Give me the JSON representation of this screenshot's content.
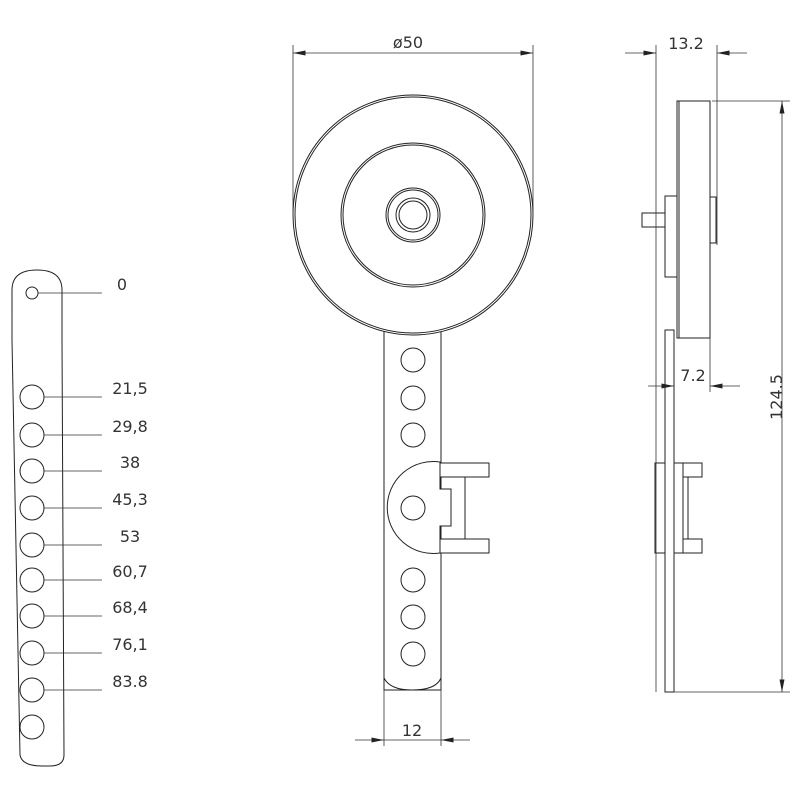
{
  "dimensions": {
    "diameter": "ø50",
    "side_width": "13.2",
    "wheel_offset": "7.2",
    "total_height": "124.5",
    "strip_width": "12"
  },
  "lever_positions": [
    "0",
    "21,5",
    "29,8",
    "38",
    "45,3",
    "53",
    "60,7",
    "68,4",
    "76,1",
    "83.8"
  ]
}
